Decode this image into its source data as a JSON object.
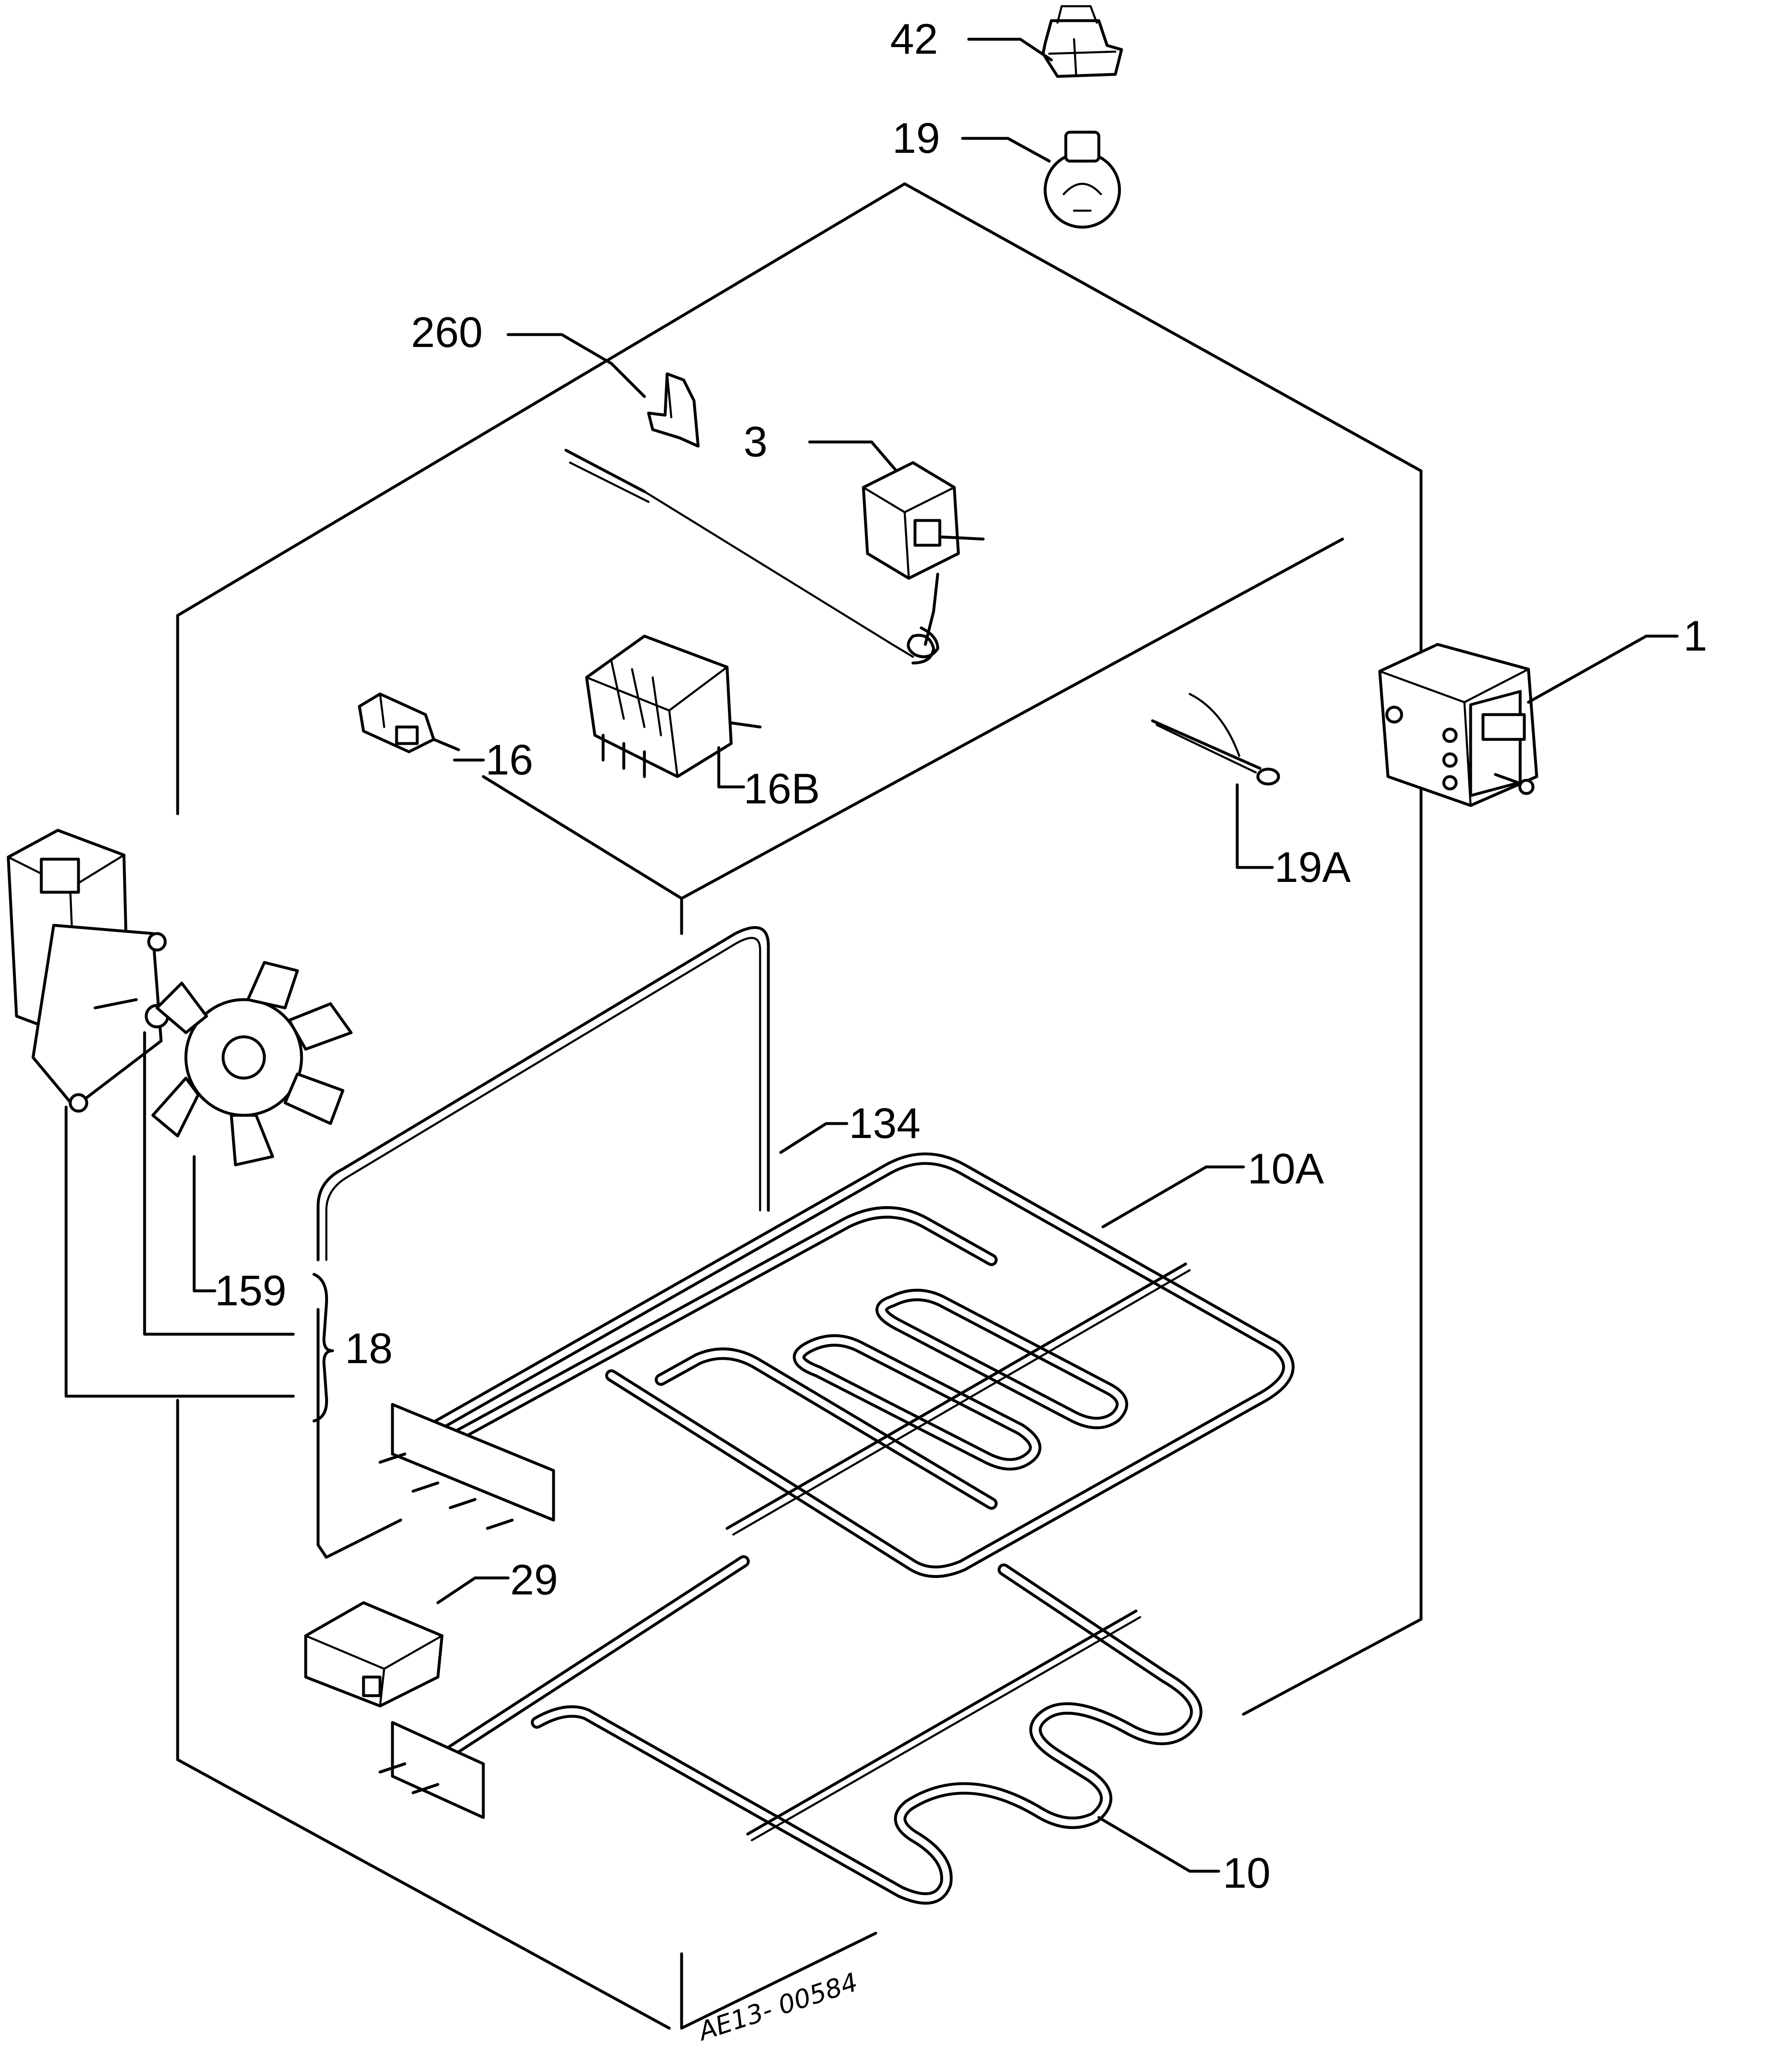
{
  "callouts": {
    "p42": "42",
    "p19": "19",
    "p260": "260",
    "p3": "3",
    "p1": "1",
    "p16": "16",
    "p16b": "16B",
    "p19a": "19A",
    "p134": "134",
    "p10a": "10A",
    "p159": "159",
    "p18": "18",
    "p29": "29",
    "p10": "10"
  },
  "drawing_code": "AE13- 00584"
}
